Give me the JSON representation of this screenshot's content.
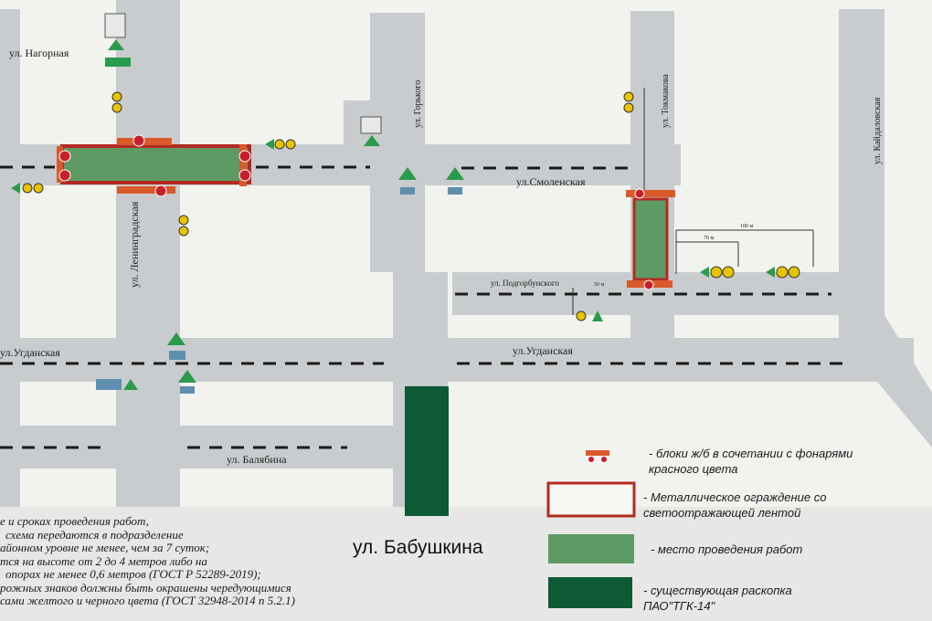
{
  "streets": {
    "nagornaya": "ул. Нагорная",
    "smolenskaya": "ул.Смоленская",
    "podgorbunskogo": "ул. Подгорбунского",
    "ugdanskaya_left": "ул.Угданская",
    "ugdanskaya_right": "ул.Угданская",
    "balyabina": "ул. Балябина",
    "babushkina": "ул. Бабушкина",
    "leningradskaya": "ул. Ленинградская",
    "gorkogo": "ул. Горького",
    "tokmakova": "ул. Токмакова",
    "kaydalovskaya": "ул. Кайдаловская"
  },
  "notes": [
    "е и сроках проведения  работ,",
    "схема передаются в подразделение",
    "айонном уровне не менее, чем за 7 суток;",
    "тся на высоте от 2 до 4 метров либо на",
    "опорах не менее 0,6 метров (ГОСТ Р 52289-2019);",
    "рожных знаков должны быть окрашены чередующимися",
    "сами желтого и черного цвета (ГОСТ 32948-2014 п 5.2.1)"
  ],
  "legend": [
    {
      "key": "blocks",
      "text": "- блоки ж/б в сочетании с фонарями красного цвета"
    },
    {
      "key": "fence",
      "text": "- Металлическое ограждение со светоотражающей лентой"
    },
    {
      "key": "work",
      "text": "- место проведения работ"
    },
    {
      "key": "dig",
      "text": "- существующая раскопка ПАО\"ТГК-14\""
    }
  ],
  "distances": {
    "d50": "50 м",
    "d100": "100 м",
    "d70": "70 м"
  },
  "colors": {
    "road": "#c9ccce",
    "work": "#5e9a63",
    "dig": "#0d5a34",
    "fence": "#b22b22",
    "block": "#d85a2a"
  }
}
